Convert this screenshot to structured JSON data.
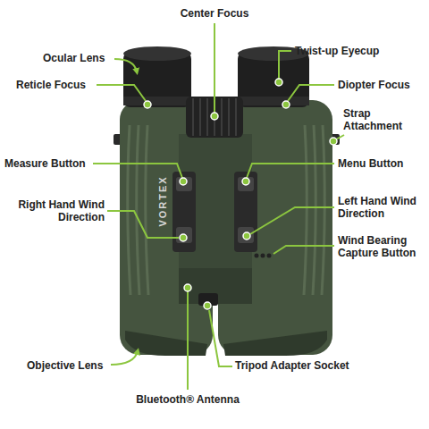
{
  "diagram": {
    "labels": [
      "Ocular Lens",
      "Center Focus",
      "Twist-up Eyecup",
      "Reticle Focus",
      "Diopter Focus",
      "Strap Attachment",
      "Measure Button",
      "Menu Button",
      "Right Hand Wind Direction",
      "Left Hand Wind Direction",
      "Wind Bearing Capture Button",
      "Objective Lens",
      "Tripod Adapter Socket",
      "Bluetooth® Antenna",
      "VORTEX"
    ]
  }
}
